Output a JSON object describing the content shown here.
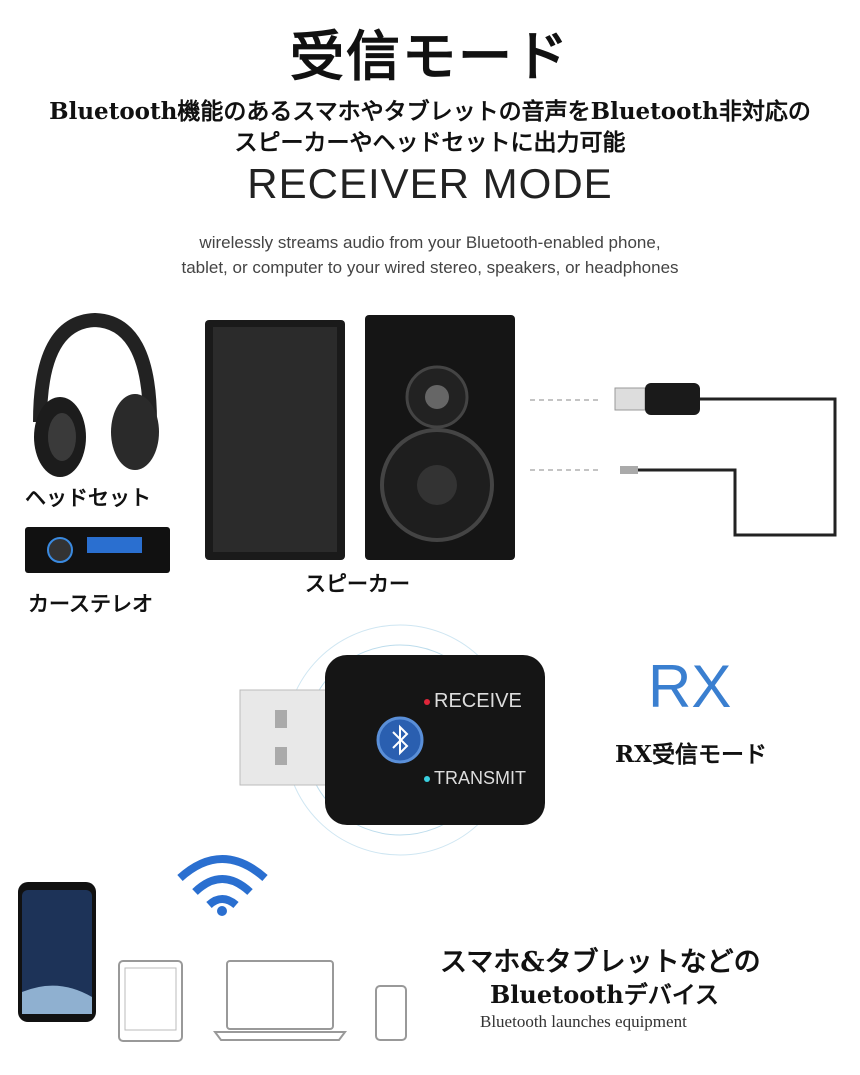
{
  "header": {
    "title": "受信モード",
    "subtitle_line1": "Bluetooth機能のあるスマホやタブレットの音声をBluetooth非対応の",
    "subtitle_line2": "スピーカーやヘッドセットに出力可能",
    "english_title": "RECEIVER MODE",
    "english_line1": "wirelessly streams audio from your Bluetooth-enabled phone,",
    "english_line2": "tablet, or computer to your wired stereo, speakers, or headphones"
  },
  "outputs": {
    "headset_label": "ヘッドセット",
    "car_stereo_label": "カーステレオ",
    "speaker_label": "スピーカー"
  },
  "device": {
    "receive_label": "RECEIVE",
    "transmit_label": "TRANSMIT",
    "mode_code": "RX",
    "mode_label": "RX受信モード",
    "receive_color": "#e0263a",
    "transmit_color": "#3ad0e0",
    "accent_color": "#3a7fd0"
  },
  "sources": {
    "label_line1": "スマホ&タブレットなどの",
    "label_line2": "Bluetoothデバイス",
    "label_english": "Bluetooth launches equipment"
  }
}
